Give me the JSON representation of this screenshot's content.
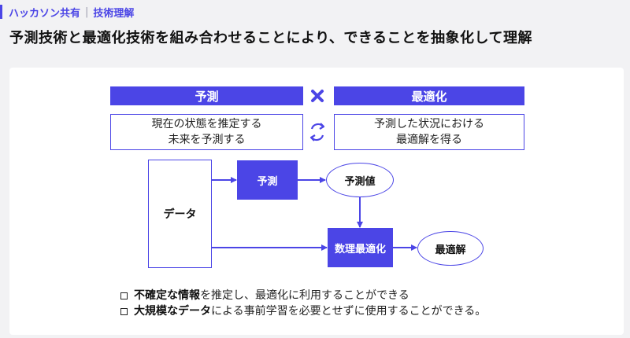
{
  "breadcrumb": {
    "section": "ハッカソン共有",
    "topic": "技術理解"
  },
  "title": "予測技術と最適化技術を組み合わせることにより、できることを抽象化して理解",
  "diagram": {
    "prediction_header": "予測",
    "optimization_header": "最適化",
    "prediction_desc_1": "現在の状態を推定する",
    "prediction_desc_2": "未来を予測する",
    "optimization_desc_1": "予測した状況における",
    "optimization_desc_2": "最適解を得る",
    "data_label": "データ",
    "predict_label": "予測",
    "predicted_value_label": "予測値",
    "math_opt_label": "数理最適化",
    "optimal_solution_label": "最適解"
  },
  "bullets": [
    {
      "bold": "不確定な情報",
      "rest": "を推定し、最適化に利用することができる"
    },
    {
      "bold": "大規模なデータ",
      "rest": "による事前学習を必要とせずに使用することができる。"
    }
  ],
  "colors": {
    "accent": "#4b45e6"
  }
}
